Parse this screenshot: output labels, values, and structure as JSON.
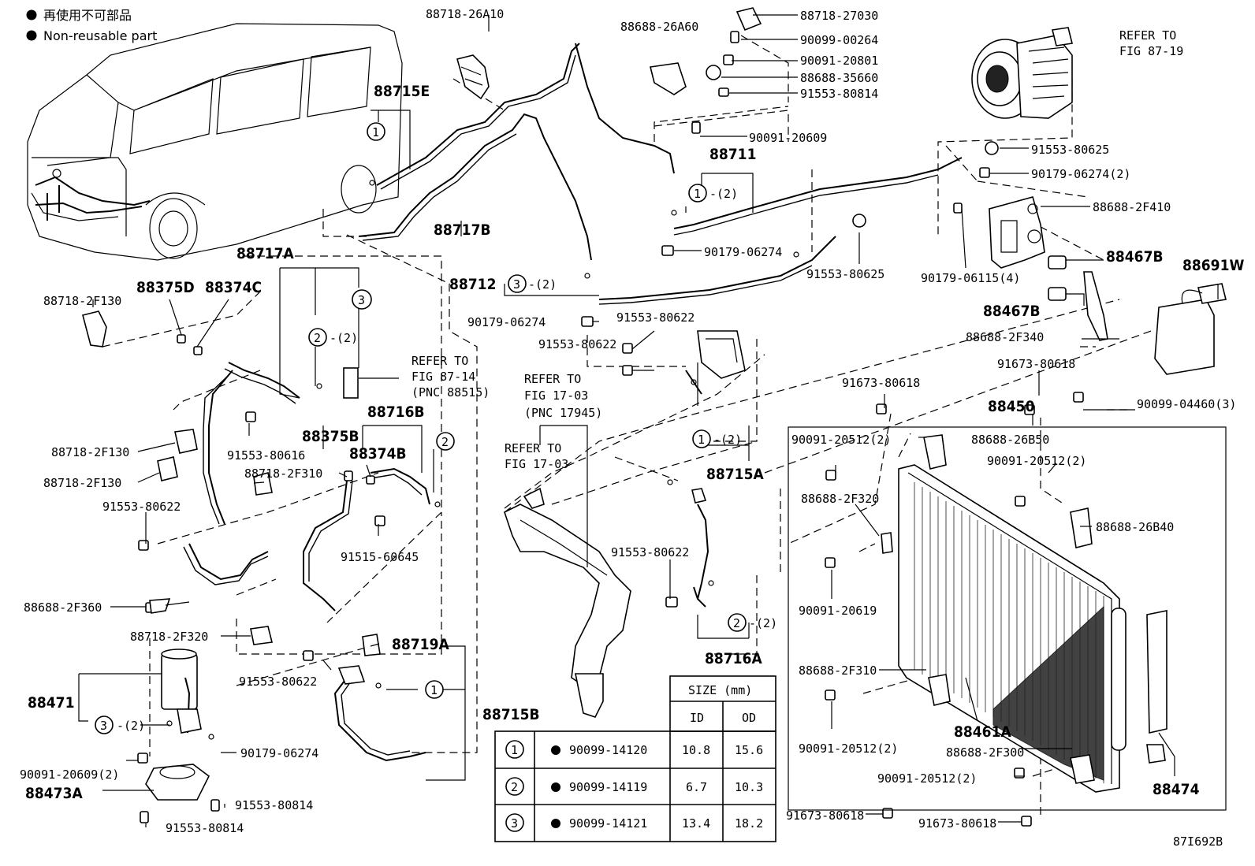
{
  "legend": {
    "line1": "再使用不可部品",
    "line2": "Non-reusable part"
  },
  "figure_code": "87I692B",
  "labels": {
    "p88718_26A10": "88718-26A10",
    "p88715E": "88715E",
    "p88717B": "88717B",
    "p88688_26A60": "88688-26A60",
    "p88718_27030": "88718-27030",
    "p90099_00264": "90099-00264",
    "p90091_20801": "90091-20801",
    "p88688_35660": "88688-35660",
    "p91553_80814a": "91553-80814",
    "p90091_20609": "90091-20609",
    "p88711": "88711",
    "refer_87_19_a": "REFER TO",
    "refer_87_19_b": "FIG 87-19",
    "p91553_80625a": "91553-80625",
    "p90179_06274_2": "90179-06274(2)",
    "p88688_2F410": "88688-2F410",
    "p88467B_a": "88467B",
    "p88467B_b": "88467B",
    "p88691W": "88691W",
    "p90179_06115_4": "90179-06115(4)",
    "p91553_80625b": "91553-80625",
    "p90179_06274a": "90179-06274",
    "p88712": "88712",
    "p90179_06274b": "90179-06274",
    "p91553_80622a": "91553-80622",
    "p91553_80622b": "91553-80622",
    "p88688_2F340": "88688-2F340",
    "p91673_80618a": "91673-80618",
    "p91673_80618b": "91673-80618",
    "p90099_04460_3": "90099-04460(3)",
    "p88450": "88450",
    "p88717A": "88717A",
    "p88375D": "88375D",
    "p88374C": "88374C",
    "p88718_2F130a": "88718-2F130",
    "p88718_2F130b": "88718-2F130",
    "p88718_2F130c": "88718-2F130",
    "refer_87_14_a": "REFER TO",
    "refer_87_14_b": "FIG 87-14",
    "refer_87_14_c": "(PNC 88515)",
    "p88716B": "88716B",
    "p91553_80616": "91553-80616",
    "p88375B": "88375B",
    "p88374B": "88374B",
    "p88718_2F310": "88718-2F310",
    "p91553_80622c": "91553-80622",
    "p91515_60645": "91515-60645",
    "refer_17_03a_a": "REFER TO",
    "refer_17_03a_b": "FIG 17-03",
    "refer_17_03a_c": "(PNC 17945)",
    "refer_17_03b_a": "REFER TO",
    "refer_17_03b_b": "FIG 17-03",
    "p88715A": "88715A",
    "p91553_80622d": "91553-80622",
    "p88716A": "88716A",
    "p90091_20512_2a": "90091-20512(2)",
    "p88688_26B50": "88688-26B50",
    "p90091_20512_2b": "90091-20512(2)",
    "p88688_2F320": "88688-2F320",
    "p88688_26B40": "88688-26B40",
    "p90091_20619": "90091-20619",
    "p88688_2F310": "88688-2F310",
    "p90091_20512_2c": "90091-20512(2)",
    "p88461A": "88461A",
    "p88688_2F300": "88688-2F300",
    "p90091_20512_2d": "90091-20512(2)",
    "p88474": "88474",
    "p91673_80618c": "91673-80618",
    "p91673_80618d": "91673-80618",
    "p88688_2F360": "88688-2F360",
    "p88718_2F320": "88718-2F320",
    "p88471": "88471",
    "p88719A": "88719A",
    "p91553_80622e": "91553-80622",
    "p88715B": "88715B",
    "p90179_06274c": "90179-06274",
    "p90091_20609_2": "90091-20609(2)",
    "p88473A": "88473A",
    "p91553_80814b": "91553-80814",
    "p91553_80814c": "91553-80814",
    "circ1": "1",
    "circ2": "2",
    "circ3": "3",
    "x2": "-(2)"
  },
  "table": {
    "header_size": "SIZE (mm)",
    "header_id": "ID",
    "header_od": "OD",
    "rows": [
      {
        "num": "1",
        "part": "90099-14120",
        "id": "10.8",
        "od": "15.6"
      },
      {
        "num": "2",
        "part": "90099-14119",
        "id": "6.7",
        "od": "10.3"
      },
      {
        "num": "3",
        "part": "90099-14121",
        "id": "13.4",
        "od": "18.2"
      }
    ]
  }
}
